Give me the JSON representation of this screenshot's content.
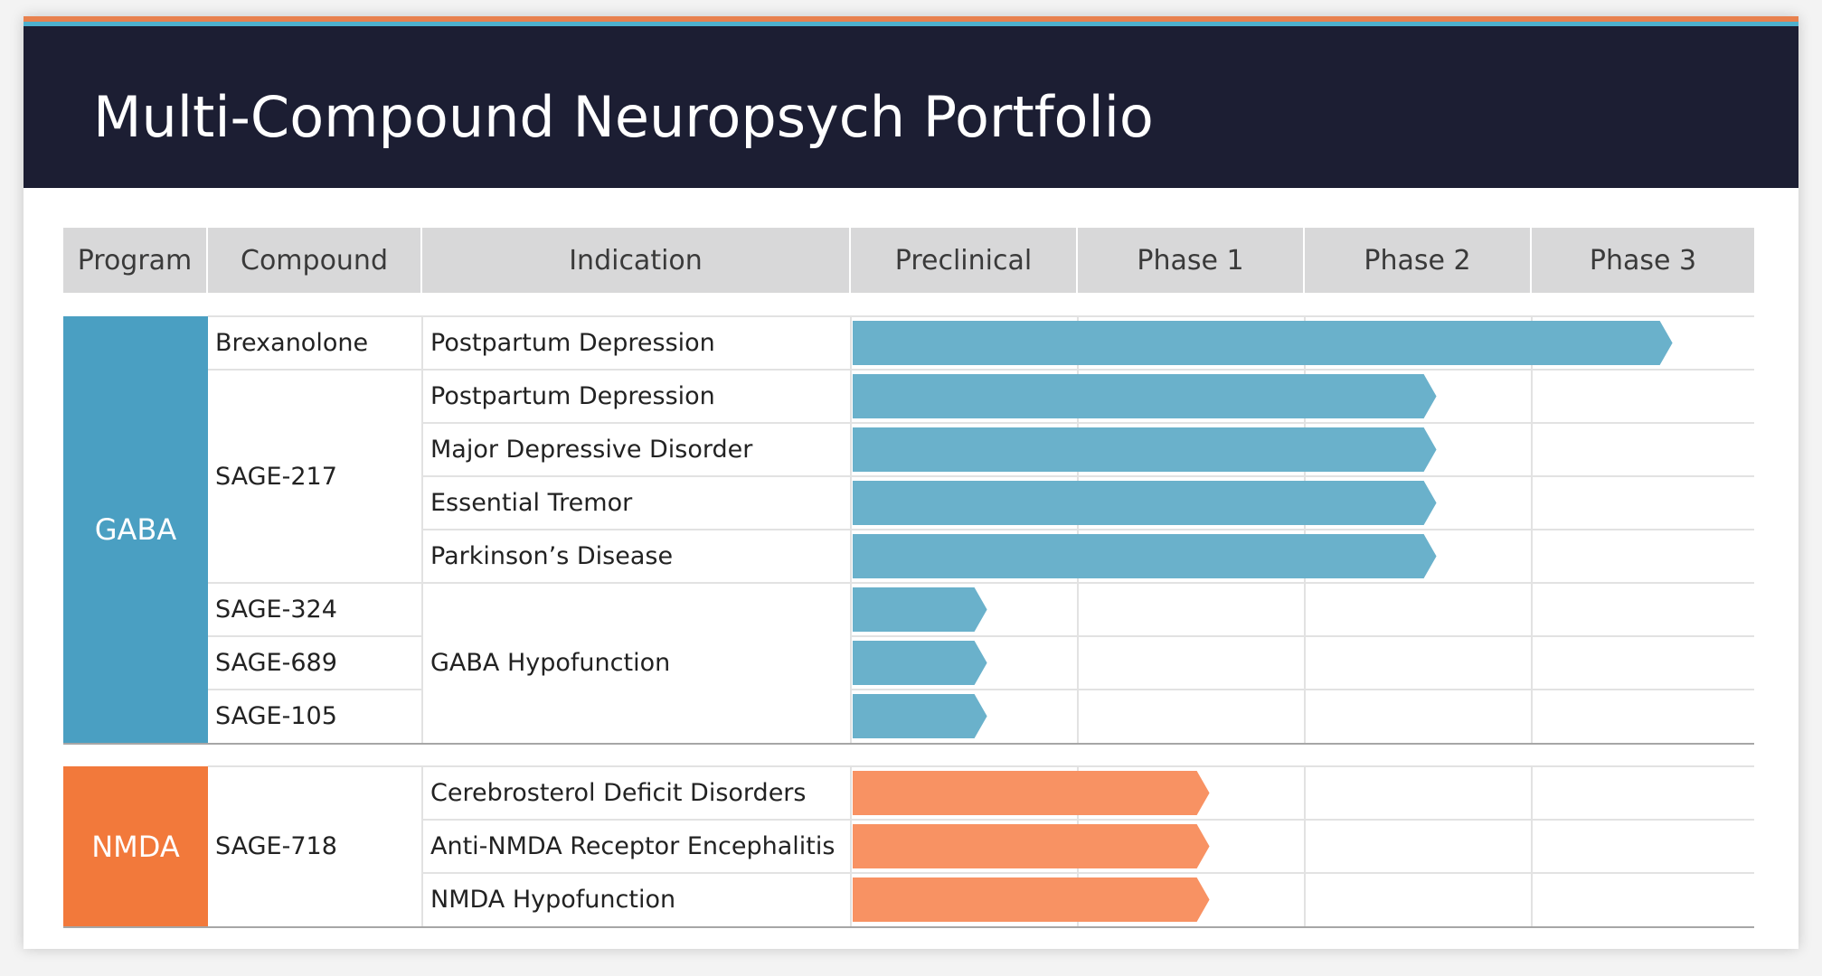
{
  "title": "Multi-Compound Neuropsych Portfolio",
  "colors": {
    "navy": "#1c1e33",
    "accent_orange": "#e8814e",
    "accent_blue": "#4eb0cd",
    "gaba_blue": "#4a9fc2",
    "bar_blue": "#6ab1cb",
    "nmda_orange": "#f2793b",
    "bar_orange": "#f89263"
  },
  "headers": [
    "Program",
    "Compound",
    "Indication",
    "Preclinical",
    "Phase 1",
    "Phase 2",
    "Phase 3"
  ],
  "programs": [
    {
      "name": "GABA",
      "color": "#4a9fc2",
      "first_row": 0,
      "row_count": 8
    },
    {
      "name": "NMDA",
      "color": "#f2793b",
      "first_row": 8,
      "row_count": 3
    }
  ],
  "compounds": [
    {
      "name": "Brexanolone",
      "first_row": 0,
      "row_count": 1
    },
    {
      "name": "SAGE-217",
      "first_row": 1,
      "row_count": 4
    },
    {
      "name": "SAGE-324",
      "first_row": 5,
      "row_count": 1
    },
    {
      "name": "SAGE-689",
      "first_row": 6,
      "row_count": 1
    },
    {
      "name": "SAGE-105",
      "first_row": 7,
      "row_count": 1
    },
    {
      "name": "SAGE-718",
      "first_row": 8,
      "row_count": 3
    }
  ],
  "indications": [
    {
      "name": "Postpartum Depression",
      "first_row": 0,
      "row_count": 1
    },
    {
      "name": "Postpartum Depression",
      "first_row": 1,
      "row_count": 1
    },
    {
      "name": "Major Depressive Disorder",
      "first_row": 2,
      "row_count": 1
    },
    {
      "name": "Essential Tremor",
      "first_row": 3,
      "row_count": 1
    },
    {
      "name": "Parkinson’s Disease",
      "first_row": 4,
      "row_count": 1
    },
    {
      "name": "GABA Hypofunction",
      "first_row": 5,
      "row_count": 3
    },
    {
      "name": "Cerebrosterol Deficit Disorders",
      "first_row": 8,
      "row_count": 1
    },
    {
      "name": "Anti-NMDA Receptor Encephalitis",
      "first_row": 9,
      "row_count": 1
    },
    {
      "name": "NMDA Hypofunction",
      "first_row": 10,
      "row_count": 1
    }
  ],
  "progress": [
    {
      "row": 0,
      "phase_progress": 3.62,
      "color": "#6ab1cb"
    },
    {
      "row": 1,
      "phase_progress": 2.58,
      "color": "#6ab1cb"
    },
    {
      "row": 2,
      "phase_progress": 2.58,
      "color": "#6ab1cb"
    },
    {
      "row": 3,
      "phase_progress": 2.58,
      "color": "#6ab1cb"
    },
    {
      "row": 4,
      "phase_progress": 2.58,
      "color": "#6ab1cb"
    },
    {
      "row": 5,
      "phase_progress": 0.6,
      "color": "#6ab1cb"
    },
    {
      "row": 6,
      "phase_progress": 0.6,
      "color": "#6ab1cb"
    },
    {
      "row": 7,
      "phase_progress": 0.6,
      "color": "#6ab1cb"
    },
    {
      "row": 8,
      "phase_progress": 1.58,
      "color": "#f89263"
    },
    {
      "row": 9,
      "phase_progress": 1.58,
      "color": "#f89263"
    },
    {
      "row": 10,
      "phase_progress": 1.58,
      "color": "#f89263"
    }
  ]
}
